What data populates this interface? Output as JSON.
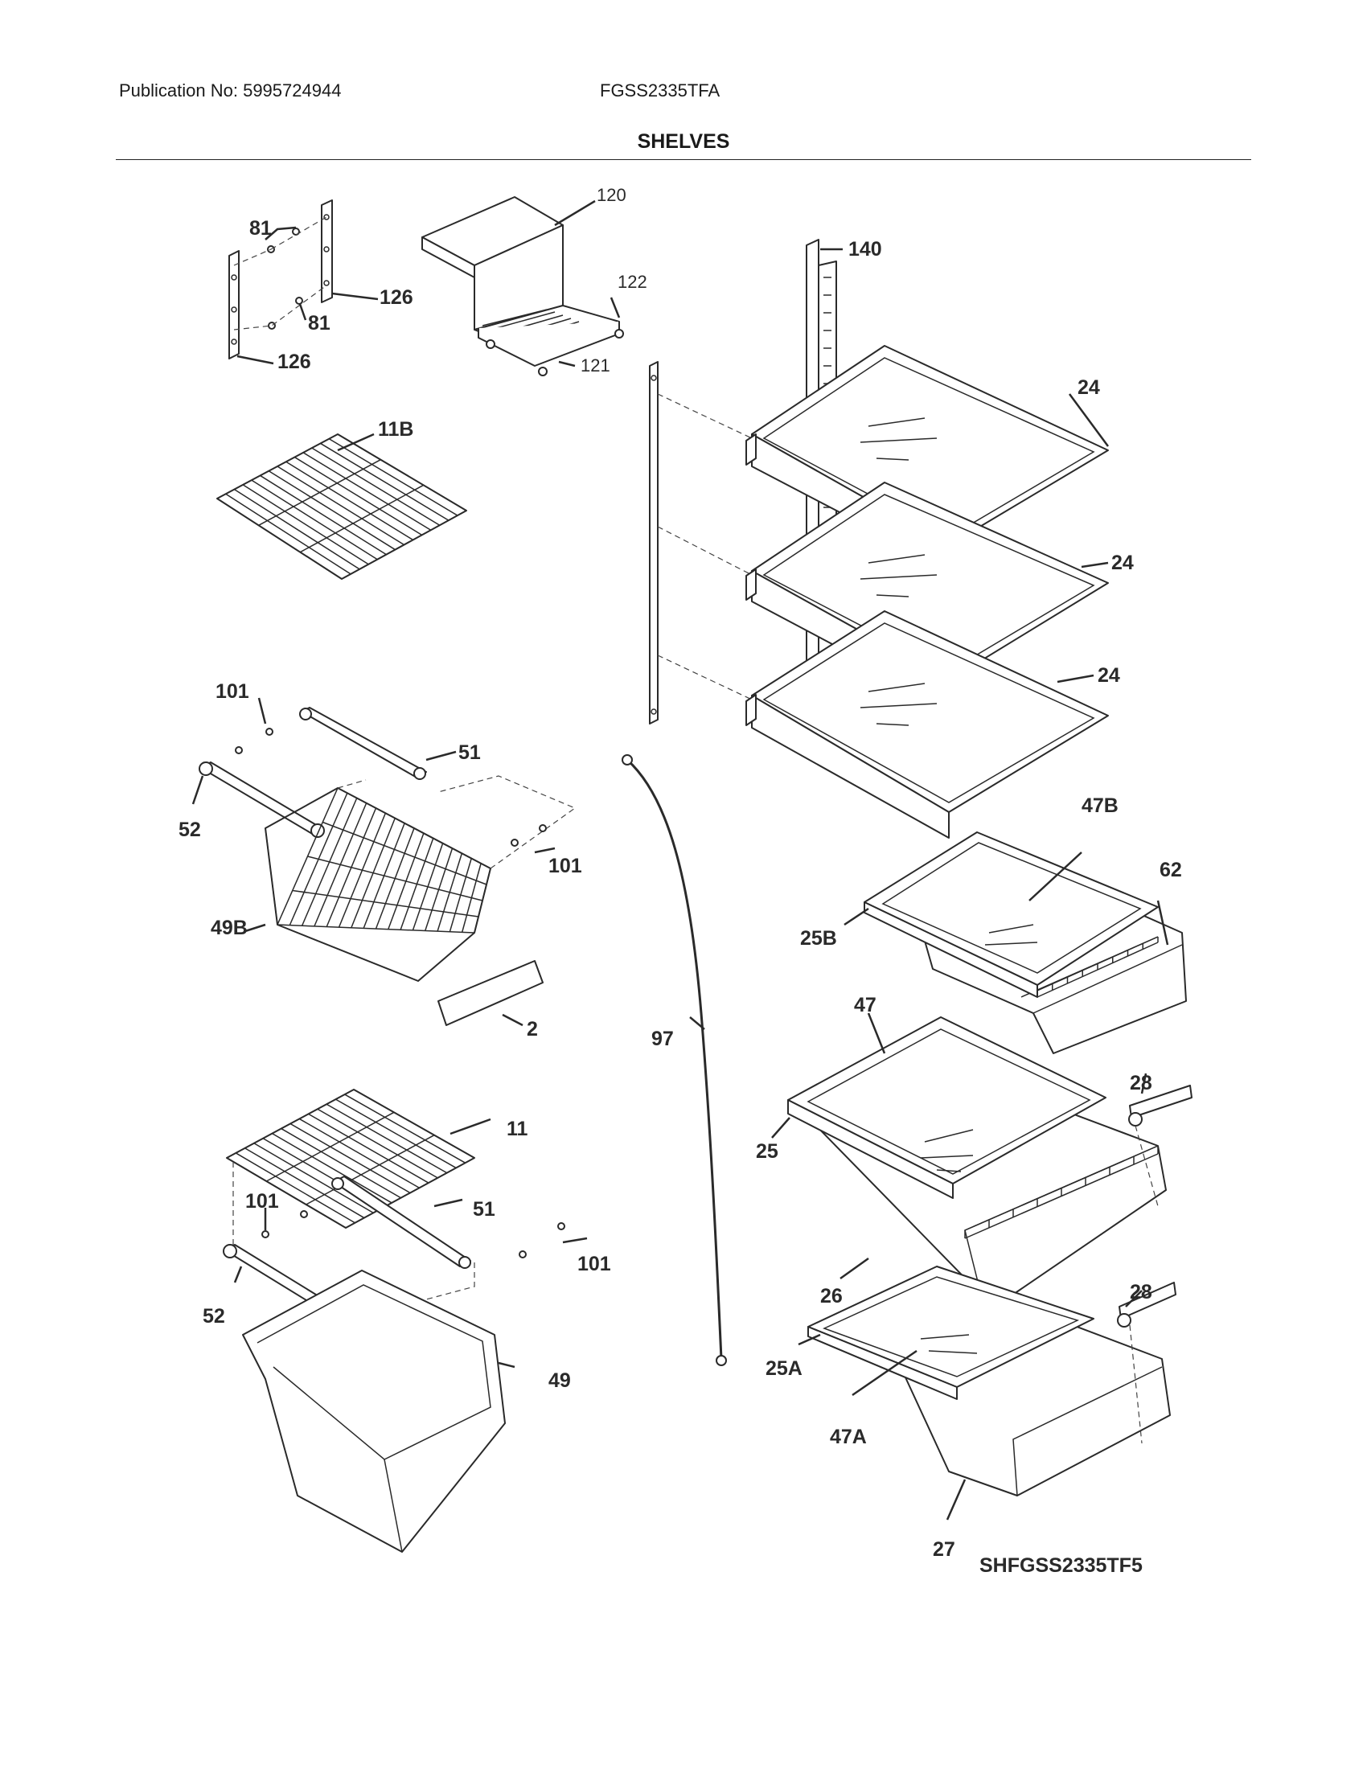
{
  "header": {
    "publication": "Publication No: 5995724944",
    "model": "FGSS2335TFA",
    "title": "SHELVES"
  },
  "diagram_code": "SHFGSS2335TF5",
  "callouts": [
    "81",
    "81",
    "126",
    "126",
    "120",
    "122",
    "121",
    "140",
    "11B",
    "24",
    "24",
    "24",
    "101",
    "101",
    "51",
    "52",
    "49B",
    "2",
    "97",
    "47B",
    "62",
    "25B",
    "47",
    "28",
    "25",
    "11",
    "101",
    "51",
    "101",
    "52",
    "26",
    "28",
    "25A",
    "49",
    "47A",
    "27"
  ]
}
